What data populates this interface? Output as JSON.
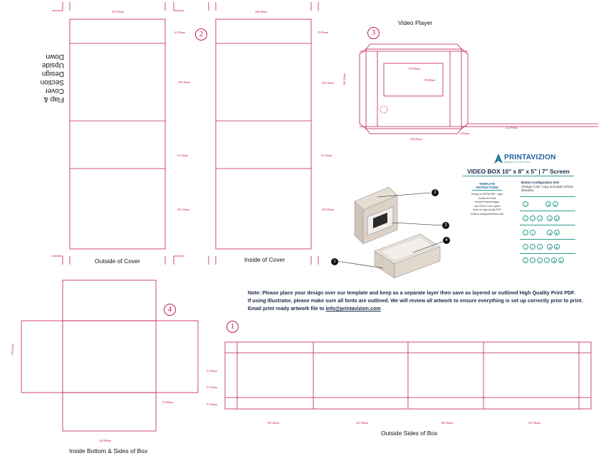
{
  "panels": {
    "outside_cover": {
      "label": "Outside of Cover",
      "number": "",
      "dims": {
        "top": "254.99mm",
        "flap": "61.90mm",
        "main": "205.26mm",
        "mid": "65.34mm",
        "bottom": "205.26mm"
      }
    },
    "inside_cover": {
      "label": "Inside of Cover",
      "number": "2",
      "dims": {
        "top": "249.99mm",
        "flap": "59.99mm",
        "main": "205.26mm",
        "mid": "63.34mm",
        "bottom": "204.99mm"
      }
    },
    "video_player": {
      "label": "Video Player",
      "number": "3",
      "dims": {
        "screen_w": "155.00mm",
        "screen_h": "89.00mm",
        "height": "190.50mm",
        "width": "254.99mm",
        "side": "9.90mm",
        "bottom_w": "254.99mm"
      }
    },
    "inside_bottom": {
      "label": "Inside Bottom & Sides of Box",
      "number": "4",
      "dims": {
        "side": "53.98mm",
        "left": "179.20mm",
        "bottom": "242.90mm"
      }
    },
    "outside_sides": {
      "label": "Outside Sides of Box",
      "number": "1",
      "dims": {
        "top": "91.90mm",
        "mid": "57.70mm",
        "bot": "91.90mm",
        "seg1": "189.20mm",
        "seg2": "247.90mm",
        "seg3": "189.20mm",
        "seg4": "247.90mm"
      }
    }
  },
  "flap_text": [
    "Flap &",
    "Cover",
    "Section",
    "Design",
    "Upside",
    "Down"
  ],
  "brand": {
    "name": "PRINTAVIZION",
    "tagline": "INSPIRED BY YOUR VISION",
    "product": "VIDEO BOX 10\" x 8\" x 5\" | 7\" Screen",
    "template_title": "TEMPLATE INSTRUCTIONS",
    "instructions": [
      "Design on\"ARTWORK\" Layer",
      "Outline All Fonts",
      "Embed Photos/Images",
      "Use CMYK Color Space",
      "Save as High Quality PDF",
      "Email to info@printavizion.com"
    ],
    "config_title": "Button Configuration Sets",
    "config_subtitle": "Change Color, Copy and paste in/from illustrator.",
    "button_rows": [
      [
        "⏻",
        "",
        "",
        "◀",
        "▶"
      ],
      [
        "⏻",
        "⏻",
        "⏻",
        "◀",
        "▶"
      ],
      [
        "1",
        "2",
        "",
        "◀",
        "▶"
      ],
      [
        "1",
        "2",
        "3",
        "◀",
        "▶"
      ],
      [
        "1",
        "2",
        "3",
        "4",
        "◀",
        "▶"
      ]
    ]
  },
  "callouts": [
    "1",
    "2",
    "3",
    "4"
  ],
  "note": {
    "prefix": "Note:",
    "line1": " Please place your design over our template and keep as a separate layer then save as layered or outlined High Quality Print PDF.",
    "line2": "If using Illustrator, please make sure all fonts are outlined. We will review all artwork to ensure everything is set up correctly prior to print.",
    "line3": "Email print ready artwork file to ",
    "email": "info@printavizion.com"
  },
  "colors": {
    "template": "#c2185b",
    "accent": "#2a9d8f",
    "navy": "#1a2a4a"
  }
}
